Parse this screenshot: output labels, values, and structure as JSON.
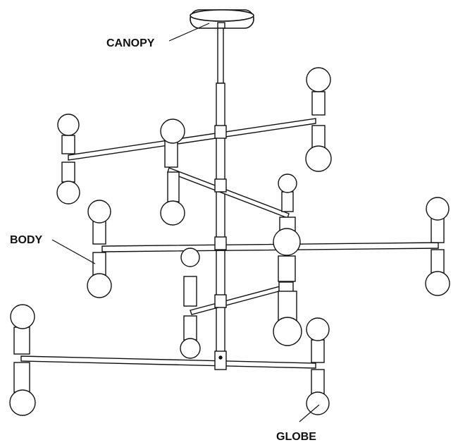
{
  "labels": {
    "canopy": "CANOPY",
    "body": "BODY",
    "globe": "GLOBE"
  },
  "colors": {
    "line": "#111111",
    "fill": "#ffffff"
  }
}
